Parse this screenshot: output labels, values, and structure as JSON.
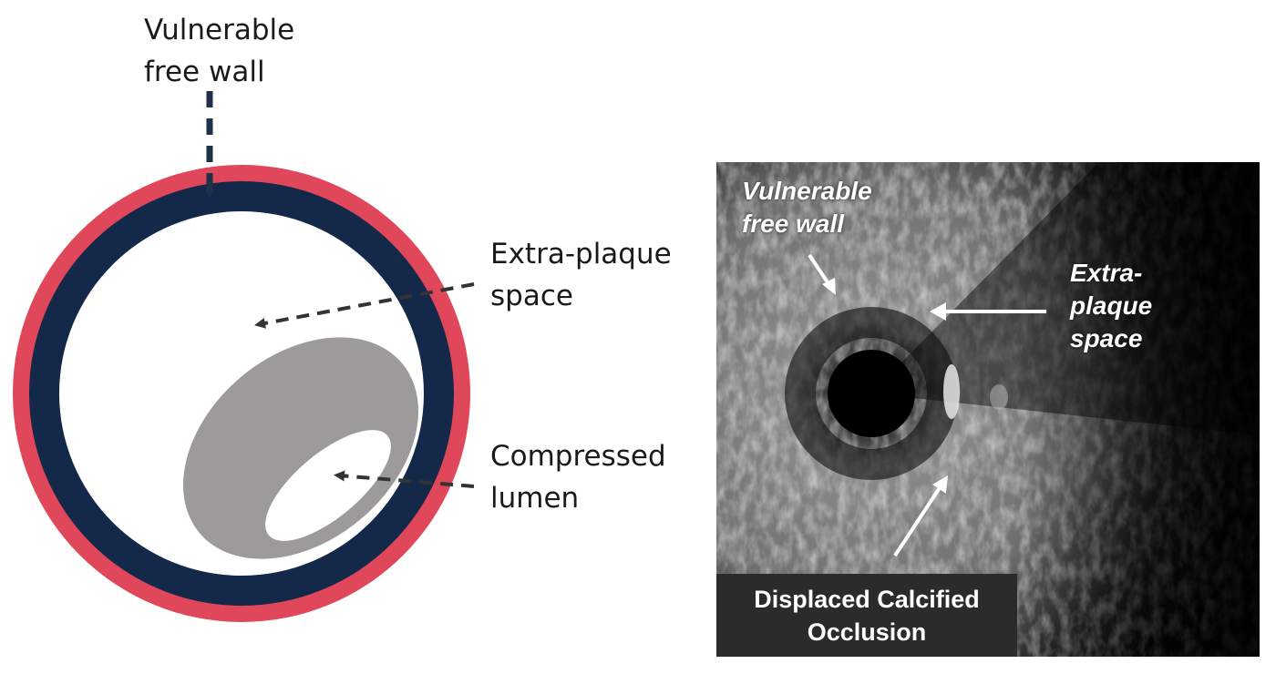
{
  "schematic": {
    "labels": {
      "vulnerable_free_wall": [
        "Vulnerable",
        "free wall"
      ],
      "extra_plaque_space": [
        "Extra-plaque",
        "space"
      ],
      "compressed_lumen": [
        "Compressed",
        "lumen"
      ]
    },
    "colors": {
      "adventitia": "#e0475a",
      "media": "#14284a",
      "plaque": "#9c9a9a",
      "arrow": "#333333",
      "dashed_top_arrow": "#1e3148"
    }
  },
  "ivus": {
    "labels": {
      "vulnerable_free_wall": [
        "Vulnerable",
        "free wall"
      ],
      "extra_plaque_space": [
        "Extra-",
        "plaque",
        "space"
      ]
    },
    "caption": [
      "Displaced Calcified",
      "Occlusion"
    ]
  }
}
